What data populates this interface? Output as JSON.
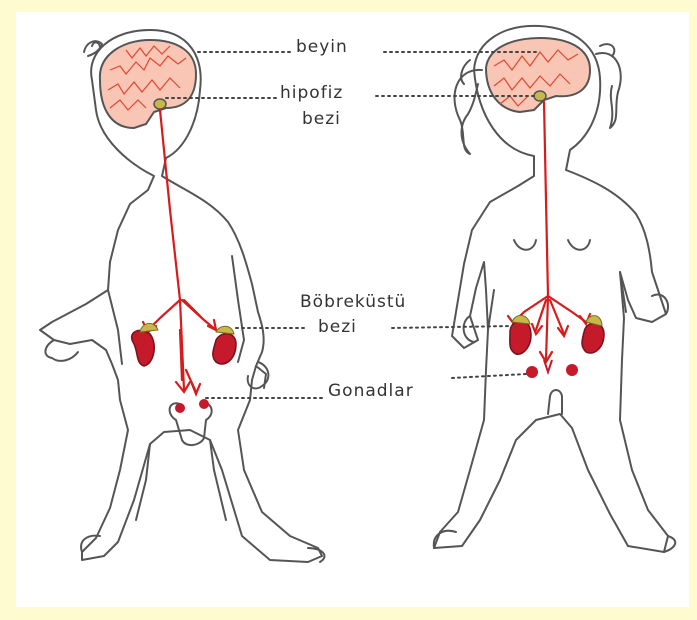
{
  "labels": {
    "brain": "beyin",
    "pituitary_1": "hipofiz",
    "pituitary_2": "bezi",
    "adrenal_1": "Böbreküstü",
    "adrenal_2": "bezi",
    "gonads": "Gonadlar"
  },
  "colors": {
    "background": "#fffbd0",
    "paper": "#ffffff",
    "outline": "#555555",
    "artery": "#d81b1b",
    "organ": "#c41a2a",
    "adrenal_cap": "#c8b84a",
    "brain_fill": "#f7a48e"
  }
}
